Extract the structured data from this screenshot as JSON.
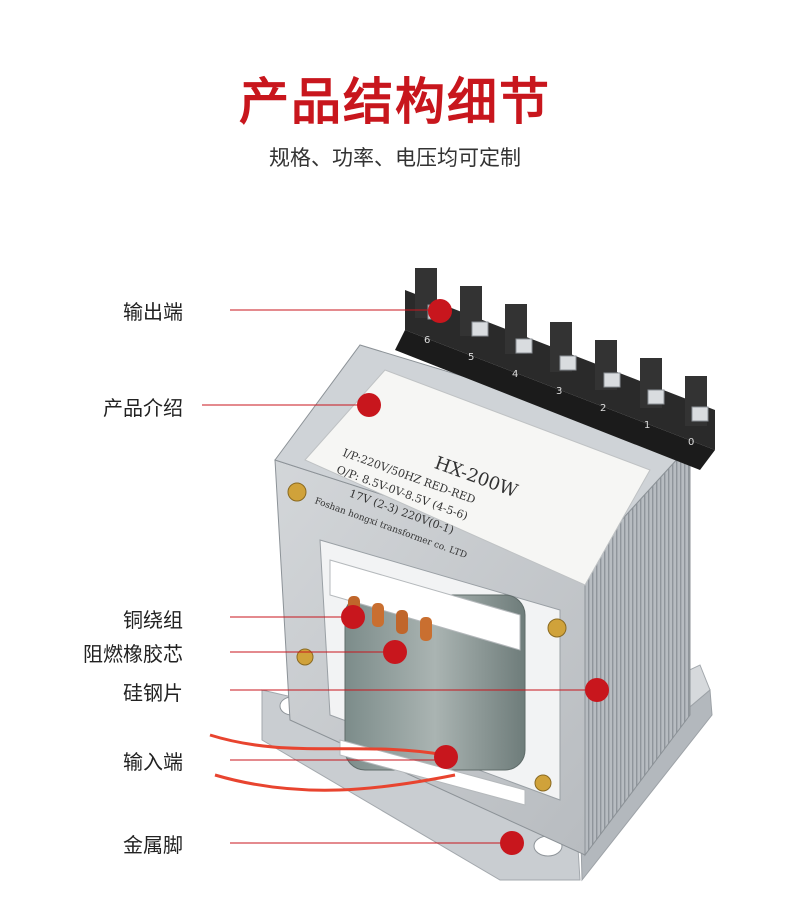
{
  "header": {
    "title": "产品结构细节",
    "subtitle": "规格、功率、电压均可定制"
  },
  "colors": {
    "accent": "#c8161d",
    "callout_line": "#c8161d"
  },
  "callouts": [
    {
      "label": "输出端"
    },
    {
      "label": "产品介绍"
    },
    {
      "label": "铜绕组"
    },
    {
      "label": "阻燃橡胶芯"
    },
    {
      "label": "硅钢片"
    },
    {
      "label": "输入端"
    },
    {
      "label": "金属脚"
    }
  ],
  "nameplate": {
    "model": "HX-200W",
    "line1": "I/P:220V/50HZ RED-RED",
    "line2": "O/P: 8.5V-0V-8.5V (4-5-6)",
    "line3": "17V (2-3) 220V(0-1)",
    "line4": "Foshan hongxi transformer co. LTD"
  },
  "terminals": [
    "6",
    "5",
    "4",
    "3",
    "2",
    "1",
    "0"
  ]
}
